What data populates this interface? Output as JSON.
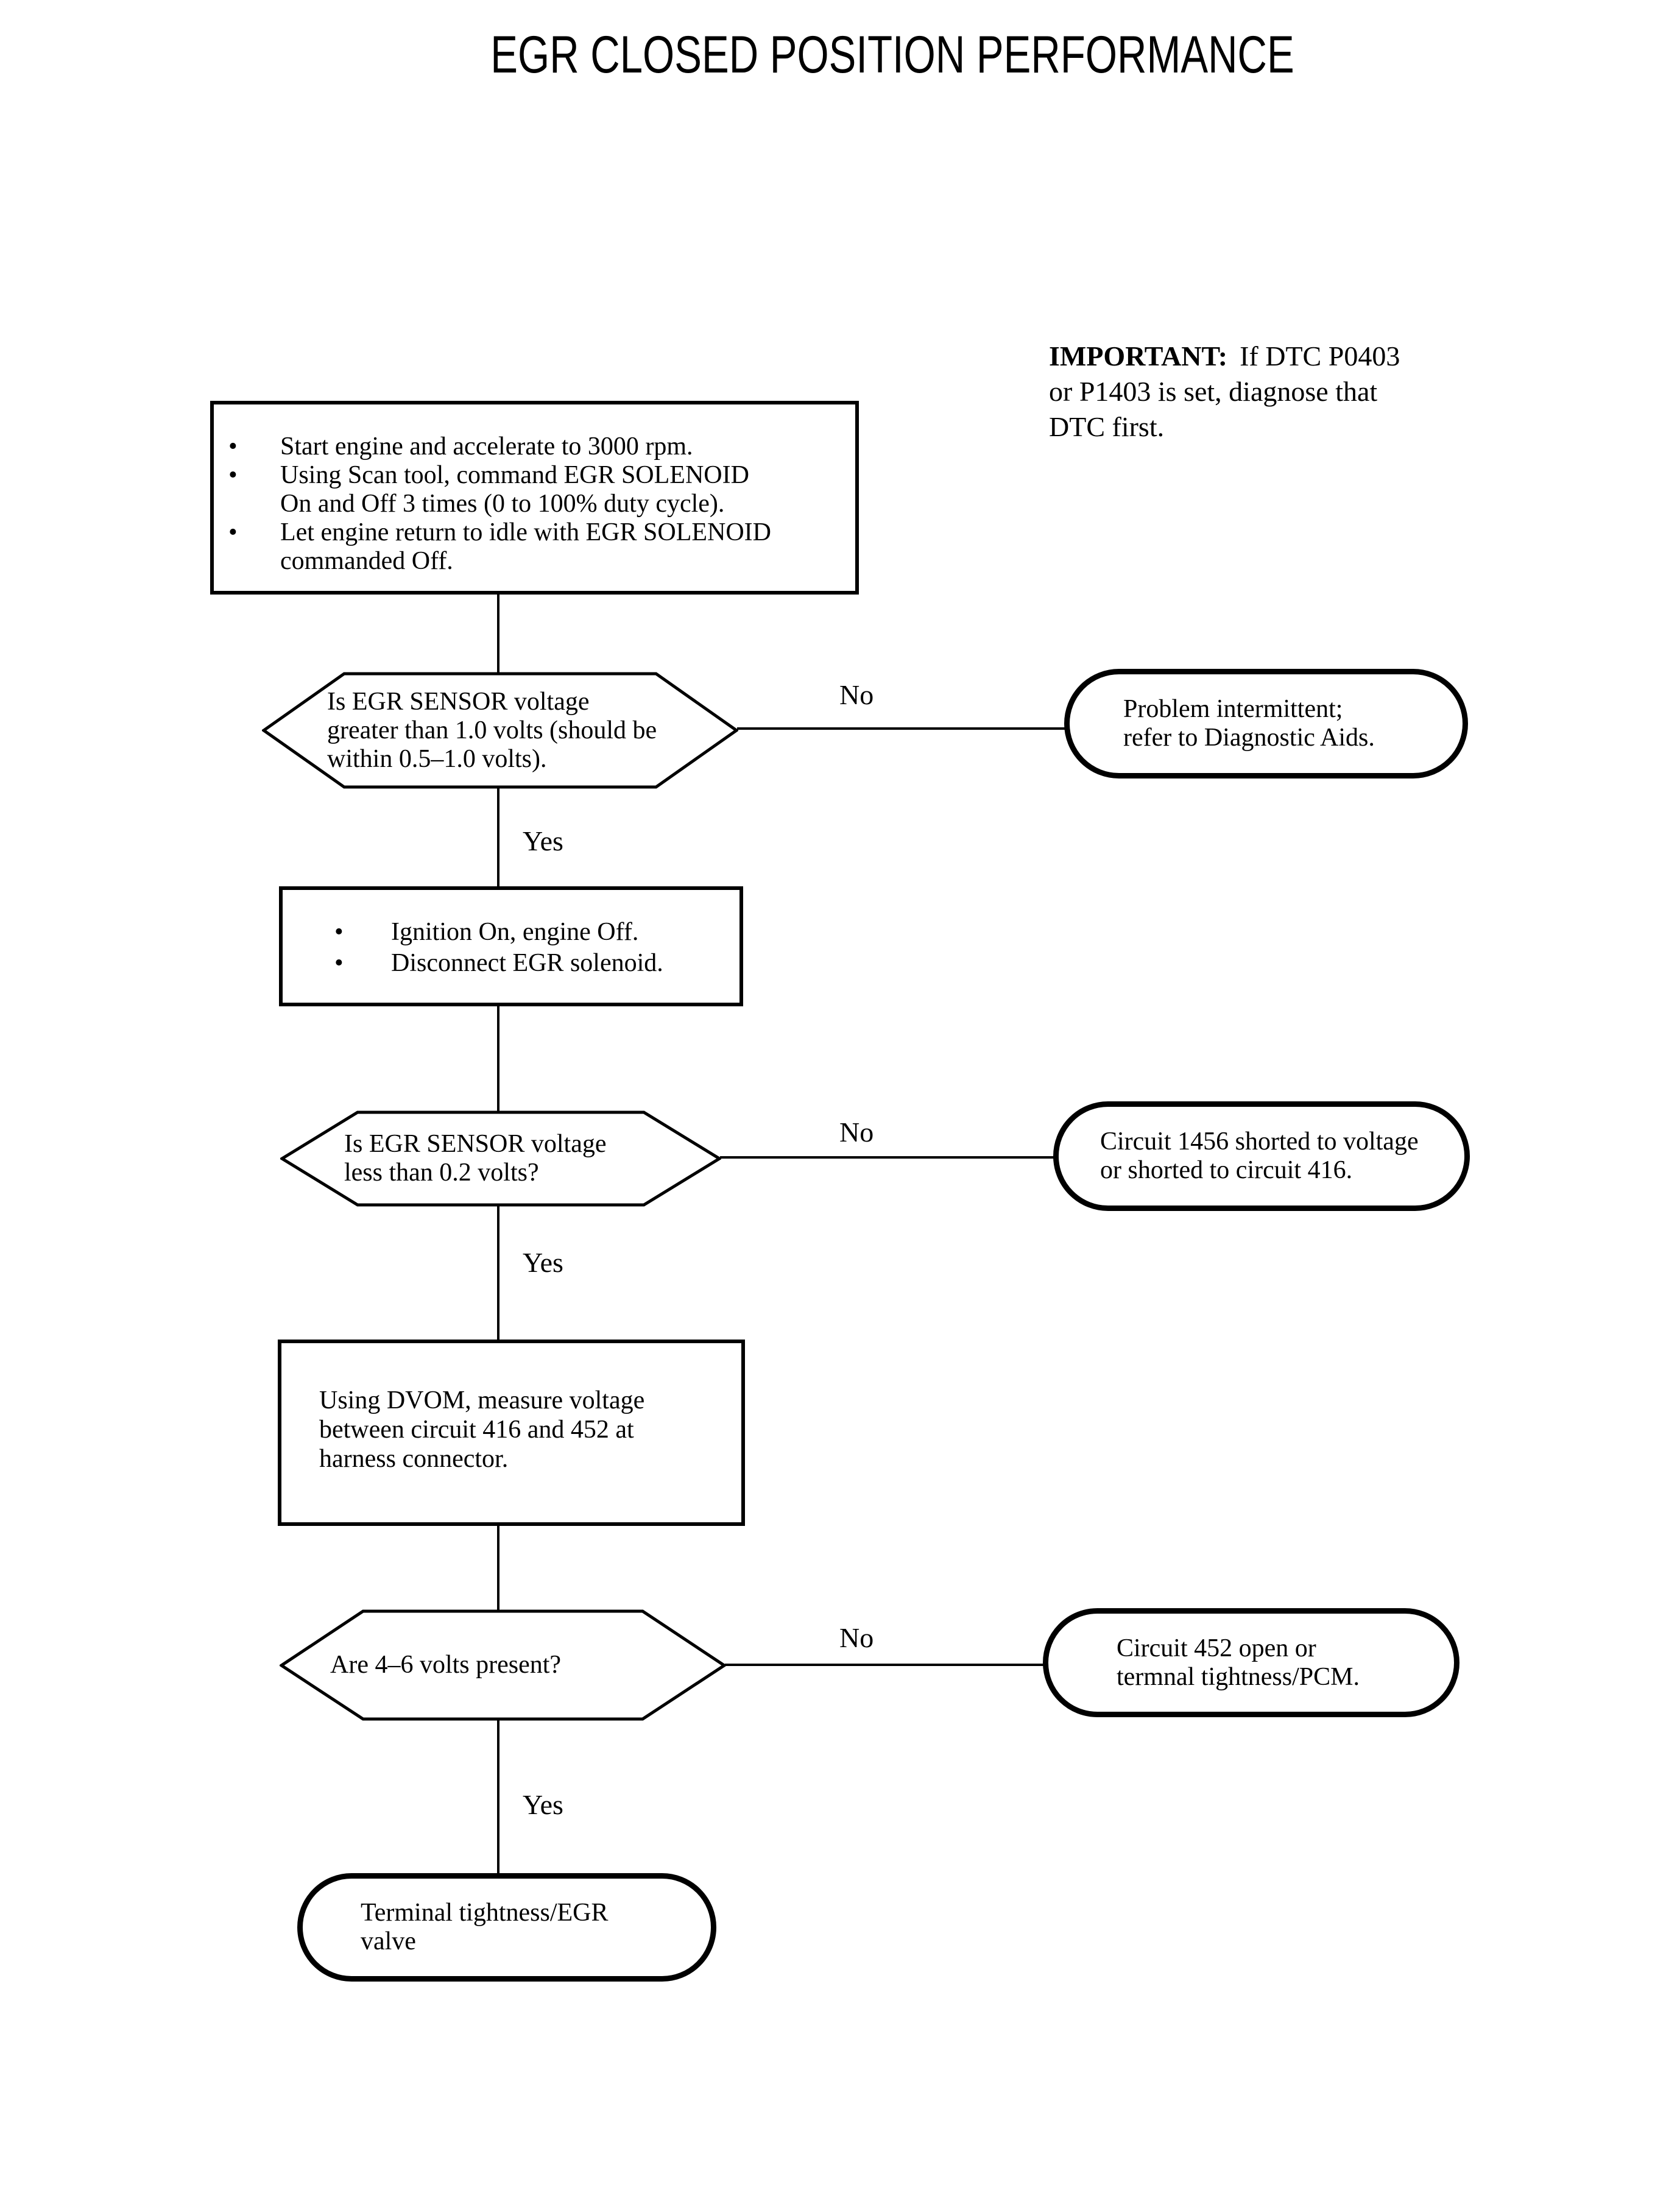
{
  "title": "EGR CLOSED POSITION PERFORMANCE",
  "important_note": {
    "label": "IMPORTANT:",
    "line1_rest": "If DTC P0403",
    "line2": "or P1403 is set, diagnose that",
    "line3": "DTC first."
  },
  "labels": {
    "yes": "Yes",
    "no": "No",
    "bullet": "•"
  },
  "flow": {
    "step1": {
      "bullets": [
        {
          "lines": [
            "Start engine and accelerate to 3000 rpm."
          ]
        },
        {
          "lines": [
            "Using Scan tool, command EGR SOLENOID",
            "On and Off 3 times (0 to 100% duty cycle)."
          ]
        },
        {
          "lines": [
            "Let engine return to idle with EGR SOLENOID",
            "commanded Off."
          ]
        }
      ]
    },
    "decision1": {
      "lines": [
        "Is EGR SENSOR voltage",
        "greater than 1.0 volts (should be",
        "within 0.5–1.0 volts)."
      ]
    },
    "terminal_no1": {
      "lines": [
        "Problem intermittent;",
        "refer to Diagnostic Aids."
      ]
    },
    "step2": {
      "bullets": [
        {
          "lines": [
            "Ignition On, engine Off."
          ]
        },
        {
          "lines": [
            "Disconnect EGR solenoid."
          ]
        }
      ]
    },
    "decision2": {
      "lines": [
        "Is EGR SENSOR voltage",
        "less than 0.2 volts?"
      ]
    },
    "terminal_no2": {
      "lines": [
        "Circuit 1456 shorted to voltage",
        "or shorted to circuit 416."
      ]
    },
    "step3": {
      "lines": [
        "Using DVOM, measure voltage",
        "between circuit 416 and 452 at",
        "harness connector."
      ]
    },
    "decision3": {
      "lines": [
        "Are 4–6 volts present?"
      ]
    },
    "terminal_no3": {
      "lines": [
        "Circuit 452 open or",
        "termnal tightness/PCM."
      ]
    },
    "terminal_yes": {
      "lines": [
        "Terminal tightness/EGR",
        "valve"
      ]
    }
  },
  "colors": {
    "ink": "#000000",
    "paper": "#ffffff"
  }
}
